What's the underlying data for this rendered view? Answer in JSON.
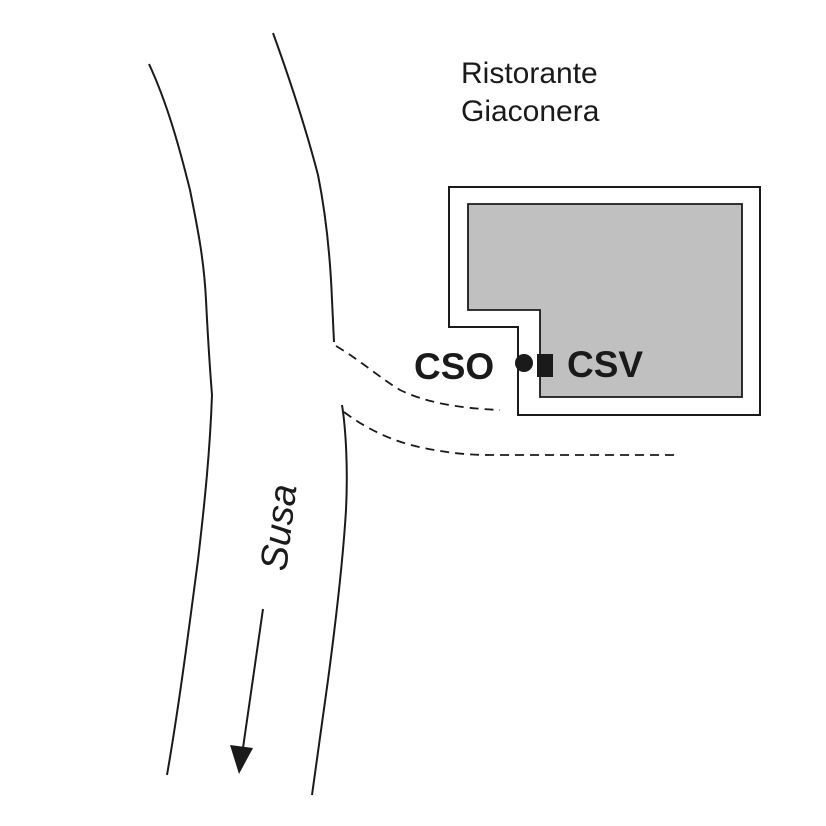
{
  "map": {
    "restaurant": {
      "line1": "Ristorante",
      "line2": "Giaconera"
    },
    "river_name": "Susa",
    "stations": {
      "cso": {
        "label": "CSO",
        "symbol": "circle-marker"
      },
      "csv": {
        "label": "CSV",
        "symbol": "square-marker"
      }
    },
    "colors": {
      "ink": "#1a1a1a",
      "building_fill": "#c0c0c0",
      "background": "#ffffff"
    }
  }
}
